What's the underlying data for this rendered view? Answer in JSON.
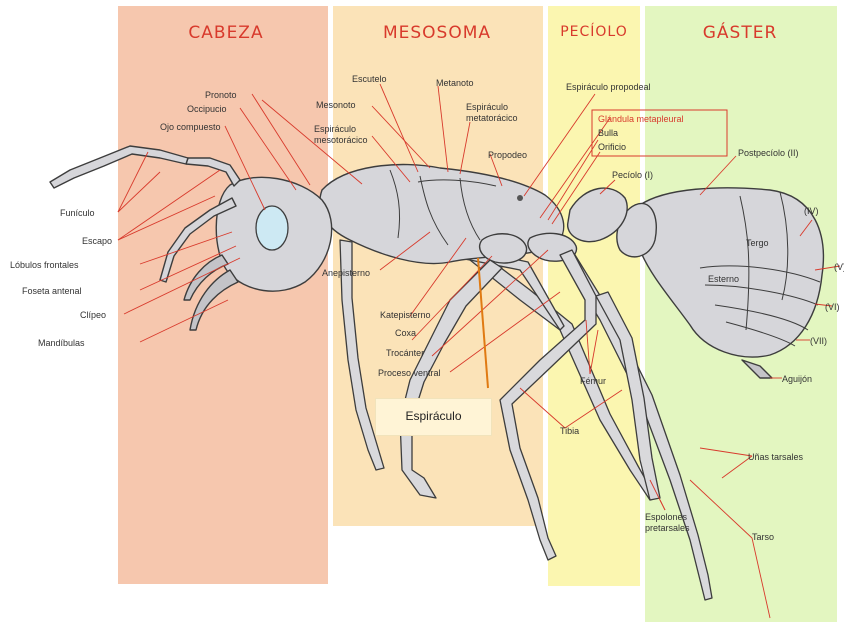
{
  "colors": {
    "cabeza_band": "#f6c7ae",
    "mesosoma_band": "#fbe3b8",
    "peciolo_band": "#fbf6b0",
    "gaster_band": "#e3f6c0",
    "accent_red": "#d83a2c",
    "callout_orange": "#e07a12"
  },
  "sections": {
    "cabeza": "CABEZA",
    "mesosoma": "MESOSOMA",
    "peciolo": "PECÍOLO",
    "gaster": "GÁSTER"
  },
  "labels": {
    "pronoto": "Pronoto",
    "occipucio": "Occipucio",
    "ojo_compuesto": "Ojo compuesto",
    "funiculo": "Funículo",
    "escapo": "Escapo",
    "lobulos_frontales": "Lóbulos frontales",
    "foseta_antenal": "Foseta antenal",
    "clipeo": "Clípeo",
    "mandibulas": "Mandíbulas",
    "escutelo": "Escutelo",
    "metanoto": "Metanoto",
    "mesonoto": "Mesonoto",
    "espiraculo_metatoracico": "Espiráculo metatorácico",
    "espiraculo_mesotoracico": "Espiráculo mesotorácico",
    "propodeo": "Propodeo",
    "espiraculo_propodeal": "Espiráculo propodeal",
    "glandula_metapleural": "Glándula metapleural",
    "bulla": "Bulla",
    "orificio": "Orificio",
    "peciolo_i": "Pecíolo (I)",
    "postpeciolo_ii": "Postpecíolo (II)",
    "anepisterno": "Anepisterno",
    "katepisterno": "Katepisterno",
    "coxa": "Coxa",
    "trocanter": "Trocánter",
    "proceso_ventral": "Proceso ventral",
    "femur": "Fémur",
    "tibia": "Tibia",
    "tergo": "Tergo",
    "esterno": "Esterno",
    "seg_iv": "(IV)",
    "seg_v": "(V)",
    "seg_vi": "(VI)",
    "seg_vii": "(VII)",
    "aguijon": "Aguijón",
    "unas_tarsales": "Uñas tarsales",
    "espolones_pretarsales": "Espolones pretarsales",
    "tarso": "Tarso"
  },
  "callout": {
    "label": "Espiráculo"
  }
}
